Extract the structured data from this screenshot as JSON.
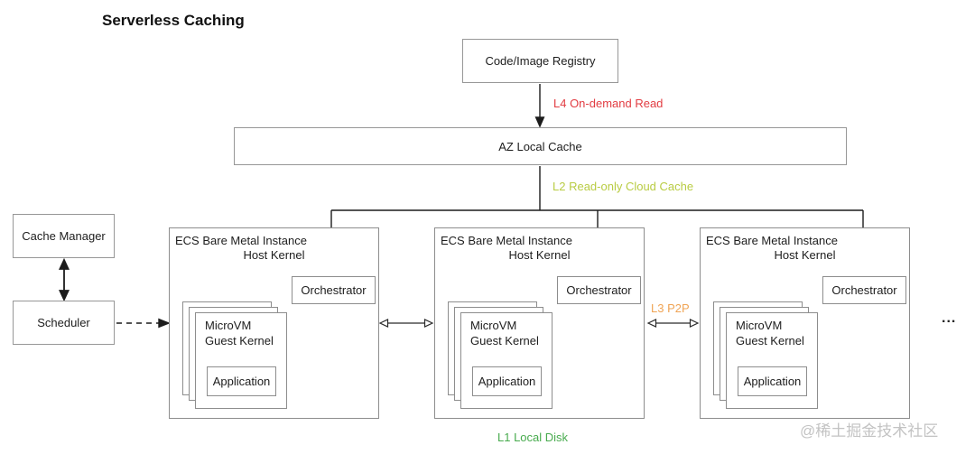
{
  "title": "Serverless Caching",
  "nodes": {
    "registry": {
      "label": "Code/Image Registry"
    },
    "az_cache": {
      "label": "AZ Local Cache"
    },
    "cache_manager": {
      "label": "Cache Manager"
    },
    "scheduler": {
      "label": "Scheduler"
    }
  },
  "ecs_instances": [
    {
      "title_line1": "ECS Bare Metal Instance",
      "title_line2": "Host Kernel",
      "orchestrator": "Orchestrator",
      "microvm_line1": "MicroVM",
      "microvm_line2": "Guest Kernel",
      "application": "Application"
    },
    {
      "title_line1": "ECS Bare Metal Instance",
      "title_line2": "Host Kernel",
      "orchestrator": "Orchestrator",
      "microvm_line1": "MicroVM",
      "microvm_line2": "Guest Kernel",
      "application": "Application"
    },
    {
      "title_line1": "ECS Bare Metal Instance",
      "title_line2": "Host Kernel",
      "orchestrator": "Orchestrator",
      "microvm_line1": "MicroVM",
      "microvm_line2": "Guest Kernel",
      "application": "Application"
    }
  ],
  "edges": {
    "l4": {
      "label": "L4 On-demand Read",
      "color": "#e23c42"
    },
    "l2": {
      "label": "L2 Read-only Cloud Cache",
      "color": "#b9cc43"
    },
    "l3": {
      "label": "L3 P2P",
      "color": "#f0a455"
    },
    "l1": {
      "label": "L1 Local Disk",
      "color": "#48ab4e"
    }
  },
  "ellipsis": "...",
  "watermark": "@稀土掘金技术社区"
}
